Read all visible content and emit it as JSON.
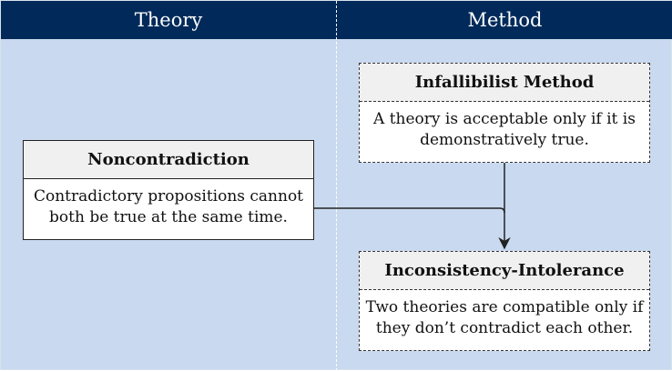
{
  "columns": {
    "theory": "Theory",
    "method": "Method"
  },
  "boxes": {
    "noncontradiction": {
      "title": "Noncontradiction",
      "body": "Contradictory propositions cannot both be true at the same time."
    },
    "infallibilist": {
      "title": "Infallibilist Method",
      "body": "A theory is acceptable only if it is demonstratively true."
    },
    "inconsistency": {
      "title": "Inconsistency-Intolerance",
      "body": "Two theories are compatible only if they don’t contradict each other."
    }
  },
  "colors": {
    "header_bg": "#012a5a",
    "canvas_bg": "#c9d9ef",
    "box_title_bg": "#f0f0f0",
    "line": "#222222"
  }
}
